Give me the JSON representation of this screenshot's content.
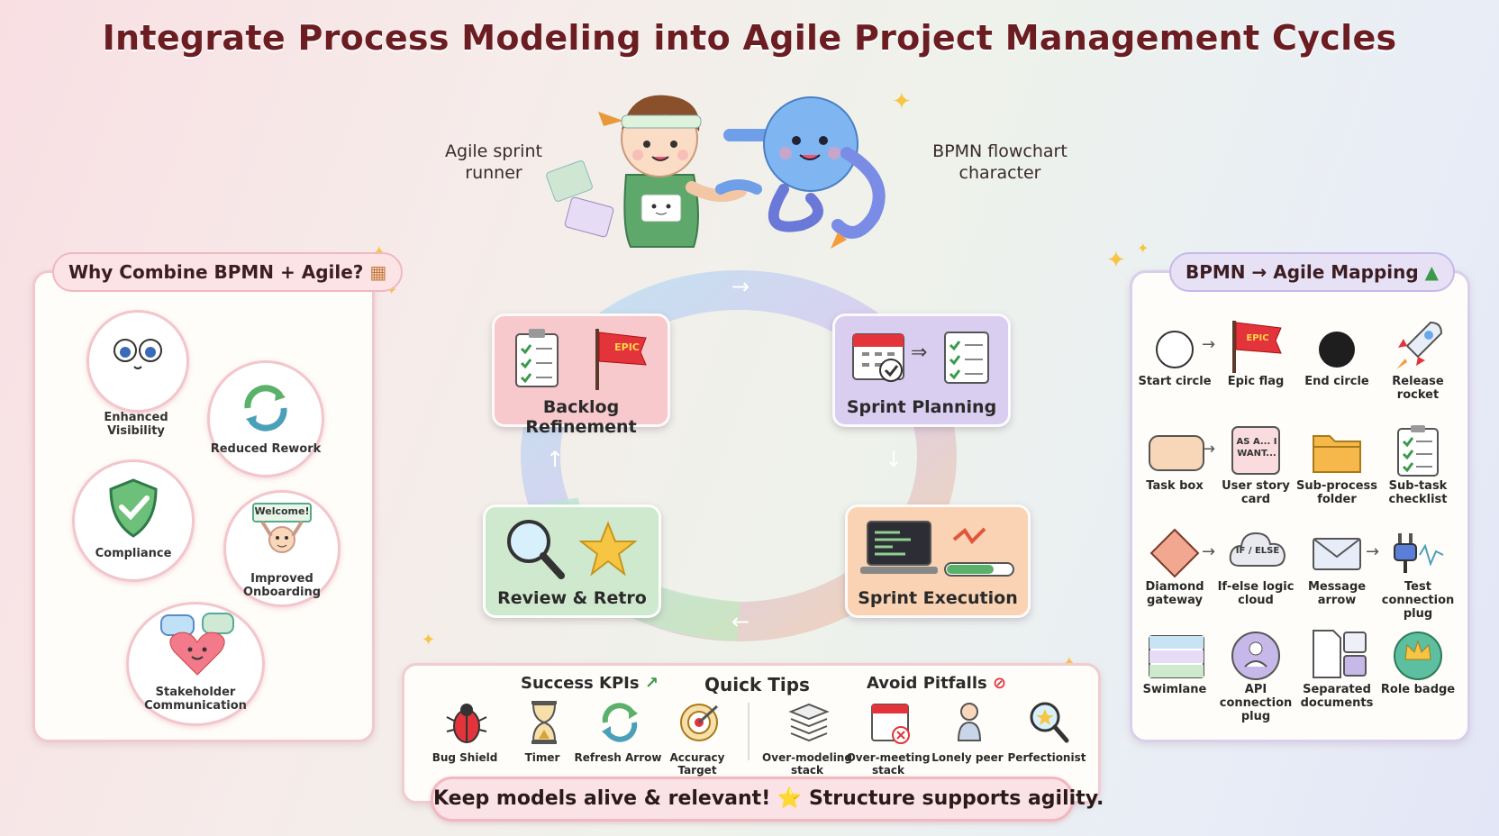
{
  "title": "Integrate Process Modeling into Agile Project Management Cycles",
  "characters": {
    "runner_label": "Agile sprint runner",
    "bpmn_label": "BPMN flowchart character"
  },
  "why_panel": {
    "title": "Why Combine BPMN + Agile?",
    "benefits": [
      {
        "label": "Enhanced Visibility",
        "icon": "eyes-bubble-icon"
      },
      {
        "label": "Reduced Rework",
        "icon": "recycle-arrows-icon"
      },
      {
        "label": "Compliance",
        "icon": "shield-check-icon"
      },
      {
        "label": "Improved Onboarding",
        "icon": "welcome-sign-icon",
        "sign_text": "Welcome!"
      },
      {
        "label": "Stakeholder Communication",
        "icon": "heart-chat-icon"
      }
    ]
  },
  "cycle": {
    "stages": [
      {
        "label": "Backlog Refinement",
        "color": "#f7c8cc",
        "flag_text": "EPIC"
      },
      {
        "label": "Sprint Planning",
        "color": "#d9cdf0"
      },
      {
        "label": "Sprint Execution",
        "color": "#f9d3b4"
      },
      {
        "label": "Review & Retro",
        "color": "#cfe9cf"
      }
    ]
  },
  "mapping_panel": {
    "title": "BPMN → Agile Mapping",
    "rows": [
      [
        {
          "label": "Start circle",
          "icon": "start-circle-icon"
        },
        {
          "label": "Epic flag",
          "icon": "epic-flag-icon",
          "flag_text": "EPIC"
        },
        {
          "label": "End circle",
          "icon": "end-circle-icon"
        },
        {
          "label": "Release rocket",
          "icon": "rocket-icon"
        }
      ],
      [
        {
          "label": "Task box",
          "icon": "task-box-icon"
        },
        {
          "label": "User story card",
          "icon": "story-card-icon",
          "card_text": "AS A... I WANT..."
        },
        {
          "label": "Sub-process folder",
          "icon": "folder-icon"
        },
        {
          "label": "Sub-task checklist",
          "icon": "checklist-icon"
        }
      ],
      [
        {
          "label": "Diamond gateway",
          "icon": "diamond-icon"
        },
        {
          "label": "If-else logic cloud",
          "icon": "cloud-icon",
          "cloud_text": "IF / ELSE"
        },
        {
          "label": "Message arrow",
          "icon": "envelope-icon"
        },
        {
          "label": "Test connection plug",
          "icon": "plug-icon"
        }
      ],
      [
        {
          "label": "Swimlane",
          "icon": "swimlane-icon"
        },
        {
          "label": "API connection plug",
          "icon": "team-circle-icon"
        },
        {
          "label": "Separated documents",
          "icon": "documents-icon"
        },
        {
          "label": "Role badge",
          "icon": "crown-badge-icon"
        }
      ]
    ]
  },
  "bottom": {
    "kpi_head": "Success KPIs",
    "tips_head": "Quick Tips",
    "pitfalls_head": "Avoid Pitfalls",
    "kpis": [
      {
        "label": "Bug Shield",
        "icon": "bug-icon"
      },
      {
        "label": "Timer",
        "icon": "hourglass-icon"
      },
      {
        "label": "Refresh Arrow",
        "icon": "refresh-icon"
      },
      {
        "label": "Accuracy Target",
        "icon": "target-icon"
      }
    ],
    "pitfalls": [
      {
        "label": "Over-modeling stack",
        "icon": "paper-stack-icon"
      },
      {
        "label": "Over-meeting stack",
        "icon": "calendar-x-icon"
      },
      {
        "label": "Lonely peer",
        "icon": "lonely-person-icon"
      },
      {
        "label": "Perfectionist",
        "icon": "magnifier-star-icon"
      }
    ],
    "banner": "Keep models alive & relevant! ⭐ Structure supports agility."
  }
}
